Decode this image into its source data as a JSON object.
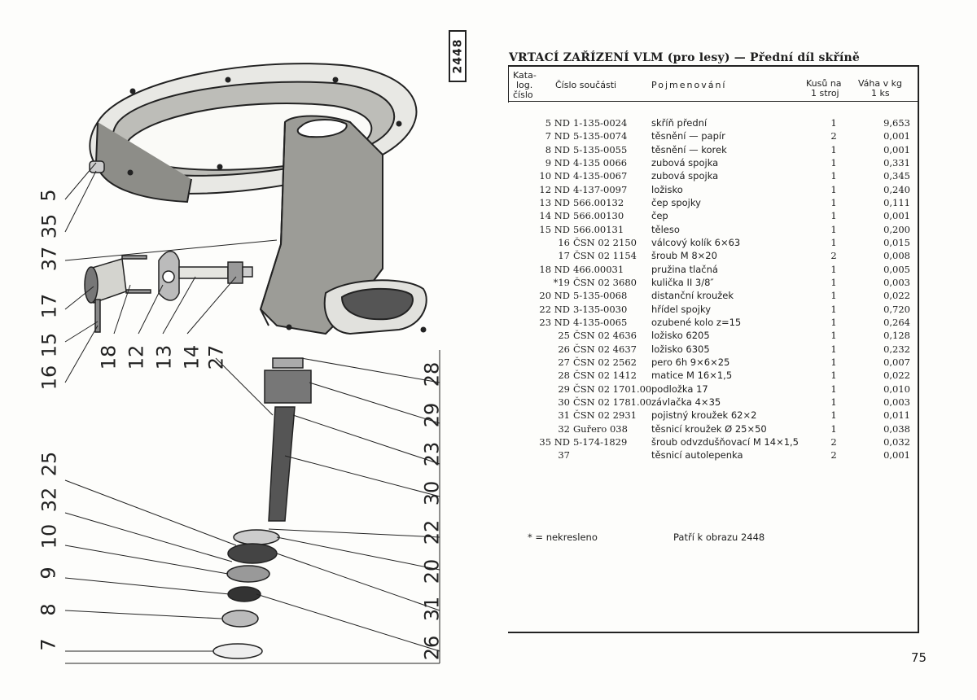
{
  "figure_number": "2448",
  "title": "VRTACÍ ZAŘÍZENÍ VLM (pro lesy) — Přední díl skříně",
  "headers": {
    "catalog_line1": "Kata-",
    "catalog_line2": "log.",
    "catalog_line3": "číslo",
    "part": "Číslo součásti",
    "name": "Pojmenování",
    "qty_line1": "Kusů na",
    "qty_line2": "1 stroj",
    "weight_line1": "Váha v kg",
    "weight_line2": "1 ks"
  },
  "rows": [
    {
      "num": "5 ND",
      "part": "1-135-0024",
      "name": "skříň přední",
      "qty": "1",
      "weight": "9,653"
    },
    {
      "num": "7 ND",
      "part": "5-135-0074",
      "name": "těsnění — papír",
      "qty": "2",
      "weight": "0,001"
    },
    {
      "num": "8 ND",
      "part": "5-135-0055",
      "name": "těsnění — korek",
      "qty": "1",
      "weight": "0,001"
    },
    {
      "num": "9 ND",
      "part": "4-135 0066",
      "name": "zubová spojka",
      "qty": "1",
      "weight": "0,331"
    },
    {
      "num": "10 ND",
      "part": "4-135-0067",
      "name": "zubová spojka",
      "qty": "1",
      "weight": "0,345"
    },
    {
      "num": "12 ND",
      "part": "4-137-0097",
      "name": "ložisko",
      "qty": "1",
      "weight": "0,240"
    },
    {
      "num": "13 ND",
      "part": "566.00132",
      "name": "čep spojky",
      "qty": "1",
      "weight": "0,111"
    },
    {
      "num": "14 ND",
      "part": "566.00130",
      "name": "čep",
      "qty": "1",
      "weight": "0,001"
    },
    {
      "num": "15 ND",
      "part": "566.00131",
      "name": "těleso",
      "qty": "1",
      "weight": "0,200"
    },
    {
      "num": "16",
      "part": "ČSN 02 2150",
      "name": "válcový kolík 6×63",
      "qty": "1",
      "weight": "0,015"
    },
    {
      "num": "17",
      "part": "ČSN 02 1154",
      "name": "šroub M 8×20",
      "qty": "2",
      "weight": "0,008"
    },
    {
      "num": "18 ND",
      "part": "466.00031",
      "name": "pružina tlačná",
      "qty": "1",
      "weight": "0,005"
    },
    {
      "num": "*19",
      "part": "ČSN 02 3680",
      "name": "kulička II 3/8″",
      "qty": "1",
      "weight": "0,003"
    },
    {
      "num": "20 ND",
      "part": "5-135-0068",
      "name": "distanční kroužek",
      "qty": "1",
      "weight": "0,022"
    },
    {
      "num": "22 ND",
      "part": "3-135-0030",
      "name": "hřídel spojky",
      "qty": "1",
      "weight": "0,720"
    },
    {
      "num": "23 ND",
      "part": "4-135-0065",
      "name": "ozubené kolo z=15",
      "qty": "1",
      "weight": "0,264"
    },
    {
      "num": "25",
      "part": "ČSN 02 4636",
      "name": "ložisko 6205",
      "qty": "1",
      "weight": "0,128"
    },
    {
      "num": "26",
      "part": "ČSN 02 4637",
      "name": "ložisko 6305",
      "qty": "1",
      "weight": "0,232"
    },
    {
      "num": "27",
      "part": "ČSN 02 2562",
      "name": "pero 6h 9×6×25",
      "qty": "1",
      "weight": "0,007"
    },
    {
      "num": "28",
      "part": "ČSN 02 1412",
      "name": "matice M 16×1,5",
      "qty": "1",
      "weight": "0,022"
    },
    {
      "num": "29",
      "part": "ČSN 02 1701.00",
      "name": "podložka 17",
      "qty": "1",
      "weight": "0,010"
    },
    {
      "num": "30",
      "part": "ČSN 02 1781.00",
      "name": "závlačka 4×35",
      "qty": "1",
      "weight": "0,003"
    },
    {
      "num": "31",
      "part": "ČSN 02 2931",
      "name": "pojistný kroužek 62×2",
      "qty": "1",
      "weight": "0,011"
    },
    {
      "num": "32",
      "part": "Guřero 038",
      "name": "těsnicí kroužek Ø 25×50",
      "qty": "1",
      "weight": "0,038"
    },
    {
      "num": "35 ND",
      "part": "5-174-1829",
      "name": "šroub odvzdušňovací M 14×1,5",
      "qty": "2",
      "weight": "0,032"
    },
    {
      "num": "37",
      "part": "",
      "name": "těsnicí autolepenka",
      "qty": "2",
      "weight": "0,001"
    }
  ],
  "footnote": "* = nekresleno",
  "belongs_to": "Patří k obrazu 2448",
  "page_number": "75",
  "callouts_left": [
    "5",
    "35",
    "37",
    "17",
    "15",
    "16"
  ],
  "callouts_row": [
    "18",
    "12",
    "13",
    "14",
    "27"
  ],
  "callouts_right": [
    "28",
    "29",
    "23",
    "30",
    "22",
    "20",
    "31",
    "26"
  ],
  "callouts_lower_left": [
    "25",
    "32",
    "10",
    "9",
    "8",
    "7"
  ]
}
